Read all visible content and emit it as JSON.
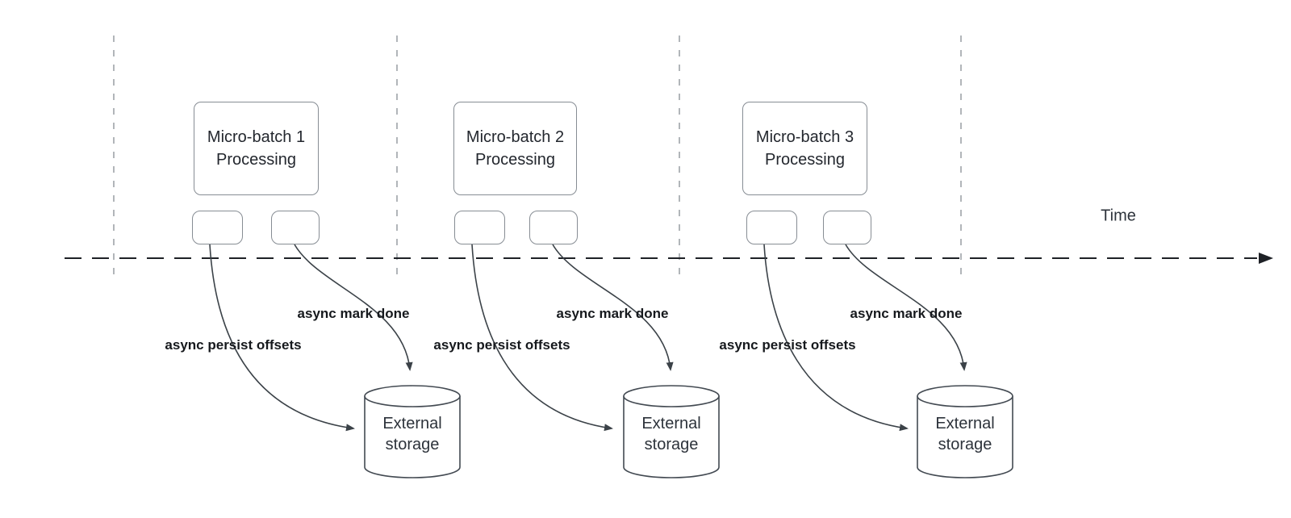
{
  "timeline": {
    "label": "Time"
  },
  "colors": {
    "curve_stroke": "#3b4248",
    "box_border": "#878d94",
    "cylinder_stroke": "#434a52",
    "timeline_stroke": "#1e2126",
    "lane_divider_stroke": "#9ea3a8",
    "title_text": "#23272e",
    "label_text": "#16191d",
    "storage_text": "#2d333b",
    "background": "#ffffff"
  },
  "groups": [
    {
      "title_line1": "Micro-batch 1",
      "title_line2": "Processing",
      "persist_label": "async persist offsets",
      "mark_done_label": "async mark done",
      "storage_line1": "External",
      "storage_line2": "storage"
    },
    {
      "title_line1": "Micro-batch 2",
      "title_line2": "Processing",
      "persist_label": "async persist offsets",
      "mark_done_label": "async mark done",
      "storage_line1": "External",
      "storage_line2": "storage"
    },
    {
      "title_line1": "Micro-batch 3",
      "title_line2": "Processing",
      "persist_label": "async persist offsets",
      "mark_done_label": "async mark done",
      "storage_line1": "External",
      "storage_line2": "storage"
    }
  ]
}
